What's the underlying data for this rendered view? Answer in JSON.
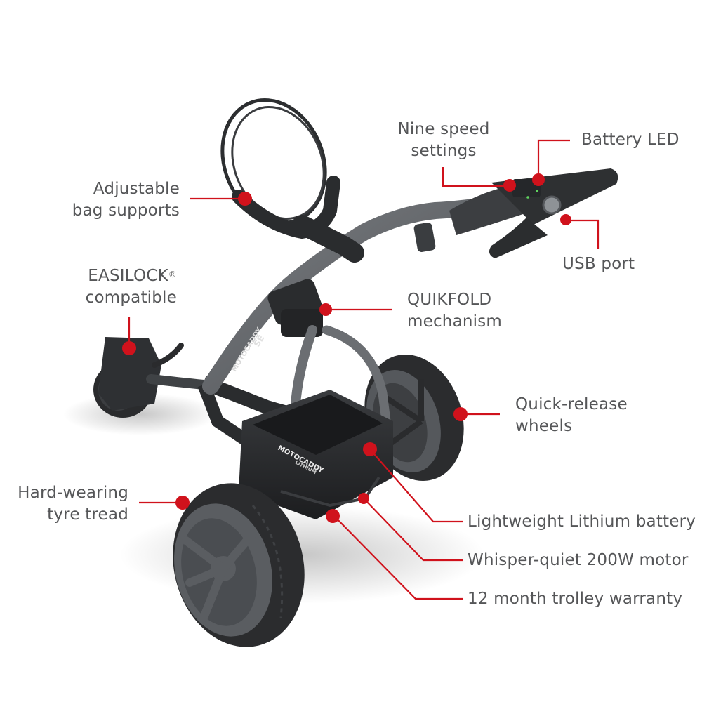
{
  "product": {
    "brand_mark": "MOTOCADDY",
    "model_mark": "SE",
    "battery_mark": "MOTOCADDY",
    "battery_sub": "LITHIUM"
  },
  "theme": {
    "accent": "#d0121c",
    "label_text": "#555658",
    "frame_dark": "#2d2f31",
    "frame_mid": "#4a4d50",
    "tube_grey": "#6b6e72",
    "background": "#ffffff"
  },
  "callouts": {
    "nine_speed": {
      "line1": "Nine speed",
      "line2": "settings"
    },
    "battery_led": {
      "line1": "Battery LED"
    },
    "bag_supports": {
      "line1": "Adjustable",
      "line2": "bag supports"
    },
    "usb_port": {
      "line1": "USB port"
    },
    "easilock": {
      "line1": "EASILOCK",
      "reg": "®",
      "line2": "compatible"
    },
    "quikfold": {
      "line1": "QUIKFOLD",
      "line2": "mechanism"
    },
    "wheels": {
      "line1": "Quick-release",
      "line2": "wheels"
    },
    "tyre": {
      "line1": "Hard-wearing",
      "line2": "tyre tread"
    },
    "battery": {
      "line1": "Lightweight Lithium battery"
    },
    "motor": {
      "line1": "Whisper-quiet 200W motor"
    },
    "warranty": {
      "line1": "12 month trolley warranty"
    }
  }
}
